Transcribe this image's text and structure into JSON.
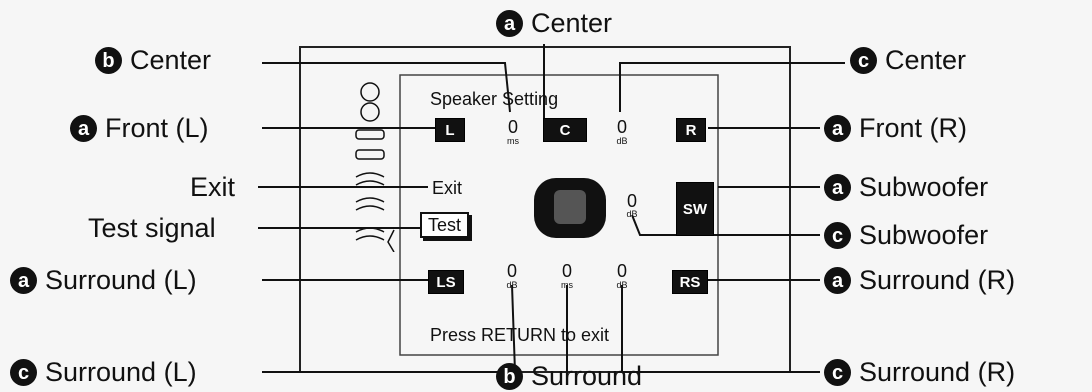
{
  "callouts": {
    "center_a": {
      "badge": "a",
      "label": "Center"
    },
    "center_b": {
      "badge": "b",
      "label": "Center"
    },
    "center_c": {
      "badge": "c",
      "label": "Center"
    },
    "front_l": {
      "badge": "a",
      "label": "Front (L)"
    },
    "front_r": {
      "badge": "a",
      "label": "Front (R)"
    },
    "exit": {
      "label": "Exit"
    },
    "subwoofer_a": {
      "badge": "a",
      "label": "Subwoofer"
    },
    "test_signal": {
      "label": "Test signal"
    },
    "subwoofer_c": {
      "badge": "c",
      "label": "Subwoofer"
    },
    "surround_l_a": {
      "badge": "a",
      "label": "Surround (L)"
    },
    "surround_r_a": {
      "badge": "a",
      "label": "Surround (R)"
    },
    "surround_l_c": {
      "badge": "c",
      "label": "Surround (L)"
    },
    "surround_r_c": {
      "badge": "c",
      "label": "Surround (R)"
    },
    "surround_b": {
      "badge": "b",
      "label": "Surround"
    }
  },
  "screen": {
    "title": "Speaker Setting",
    "exit_label": "Exit",
    "test_label": "Test",
    "footer": "Press RETURN to exit",
    "speakers": {
      "front_left": "L",
      "center": "C",
      "front_right": "R",
      "subwoofer": "SW",
      "surround_left": "LS",
      "surround_right": "RS"
    },
    "readouts": {
      "center_delay": {
        "value": "0",
        "unit": "ms"
      },
      "center_level": {
        "value": "0",
        "unit": "dB"
      },
      "subwoofer_level": {
        "value": "0",
        "unit": "dB"
      },
      "surround_left_level": {
        "value": "0",
        "unit": "dB"
      },
      "surround_delay": {
        "value": "0",
        "unit": "ms"
      },
      "surround_right_level": {
        "value": "0",
        "unit": "dB"
      }
    }
  }
}
